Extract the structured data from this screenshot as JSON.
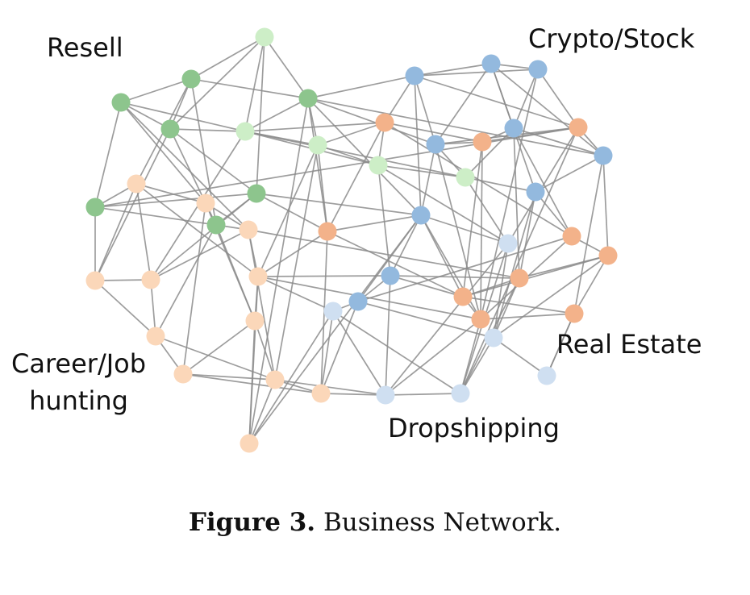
{
  "figure": {
    "caption_number": "Figure 3.",
    "caption_text": " Business Network.",
    "clusters": {
      "resell": "Resell",
      "crypto": "Crypto/Stock",
      "real_estate": "Real Estate",
      "career": "Career/Job\nhunting",
      "dropshipping": "Dropshipping"
    },
    "colors": {
      "resell": "#8dc58d",
      "resell_light": "#cdeec7",
      "crypto": "#93b9de",
      "real_estate": "#f3b28a",
      "career": "#fbd7b9",
      "dropshipping": "#cfdff1",
      "edge": "#8c8c8c"
    }
  }
}
